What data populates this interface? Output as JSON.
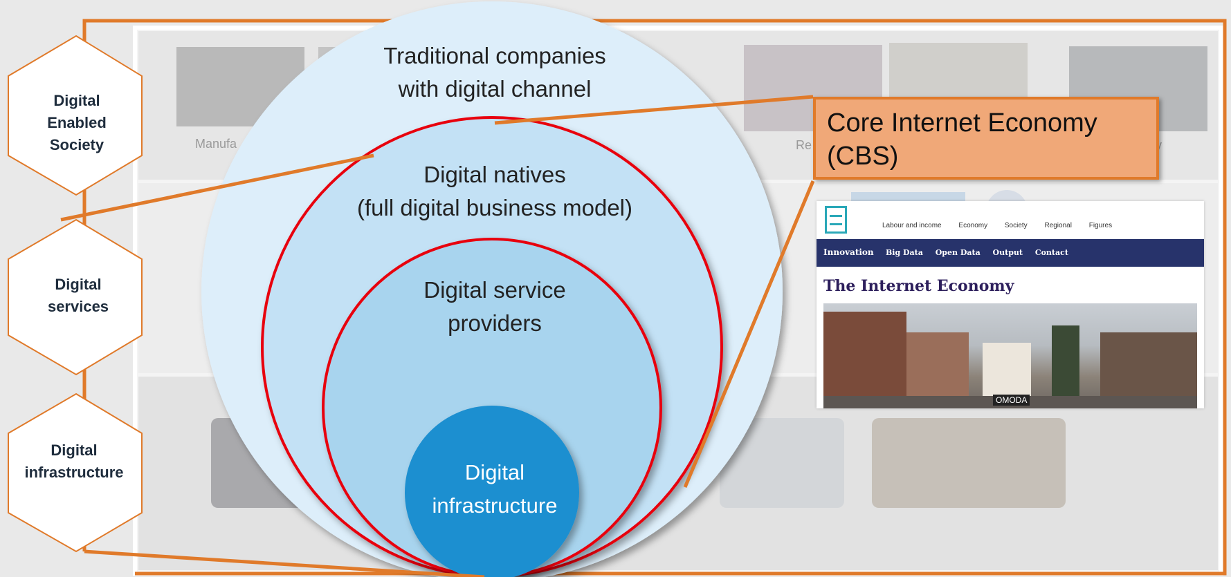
{
  "colors": {
    "frame_orange": "#e07a2a",
    "circle_outer": "#ddeefa",
    "circle_natives": "#c3e1f5",
    "circle_service": "#a8d4ee",
    "circle_infra": "#1f8fd0",
    "ring_red": "#e8000b",
    "callout_fill": "#f0a878"
  },
  "layers": [
    {
      "label": "Digital\nEnabled\nSociety"
    },
    {
      "label": "Digital\nservices"
    },
    {
      "label": "Digital\ninfrastructure"
    }
  ],
  "background_labels": {
    "manufacturing_partial": "Manufa",
    "retail_partial": "Re",
    "tail_partial": "y"
  },
  "circles": {
    "outer": "Traditional companies\nwith digital channel",
    "natives": "Digital natives\n(full digital business model)",
    "service": "Digital service\nproviders",
    "infra": "Digital\ninfrastructure"
  },
  "callout": {
    "title": "Core Internet Economy\n(CBS)"
  },
  "cbs_page": {
    "top_nav": [
      "Labour and income",
      "Economy",
      "Society",
      "Regional",
      "Figures"
    ],
    "section": "Innovation",
    "menu": [
      "Big Data",
      "Open Data",
      "Output",
      "Contact"
    ],
    "title": "The Internet Economy",
    "photo_sign": "OMODA"
  }
}
